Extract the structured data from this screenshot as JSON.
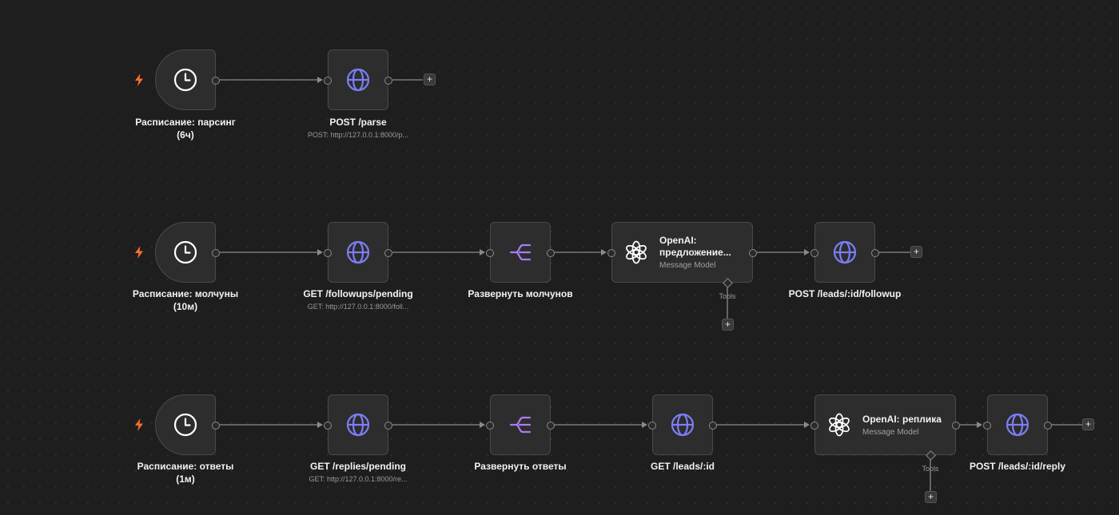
{
  "flow": {
    "row1": {
      "schedule": {
        "title": "Расписание: парсинг",
        "subtitle": "(6ч)"
      },
      "http_parse": {
        "title": "POST /parse",
        "subtitle": "POST: http://127.0.0.1:8000/p..."
      }
    },
    "row2": {
      "schedule": {
        "title": "Расписание: молчуны",
        "subtitle": "(10м)"
      },
      "http_pending": {
        "title": "GET /followups/pending",
        "subtitle": "GET: http://127.0.0.1:8000/foll..."
      },
      "split": {
        "title": "Развернуть молчунов"
      },
      "openai": {
        "title_line1": "OpenAI:",
        "title_line2": "предложение...",
        "subtitle": "Message Model",
        "tools_label": "Tools"
      },
      "http_followup": {
        "title": "POST /leads/:id/followup"
      }
    },
    "row3": {
      "schedule": {
        "title": "Расписание: ответы",
        "subtitle": "(1м)"
      },
      "http_pending": {
        "title": "GET /replies/pending",
        "subtitle": "GET: http://127.0.0.1:8000/re..."
      },
      "split": {
        "title": "Развернуть ответы"
      },
      "http_lead": {
        "title": "GET /leads/:id"
      },
      "openai": {
        "title": "OpenAI: реплика",
        "subtitle": "Message Model",
        "tools_label": "Tools"
      },
      "http_reply": {
        "title": "POST /leads/:id/reply"
      }
    }
  },
  "icons": {
    "trigger": "bolt-icon",
    "schedule": "clock-icon",
    "http": "globe-icon",
    "split": "split-out-icon",
    "ai": "openai-icon",
    "add": "plus-icon"
  },
  "colors": {
    "accent_purple": "#7b7ef5",
    "trigger_orange": "#ff6d2d",
    "background": "#1e1e1e"
  },
  "plus_symbol": "+"
}
